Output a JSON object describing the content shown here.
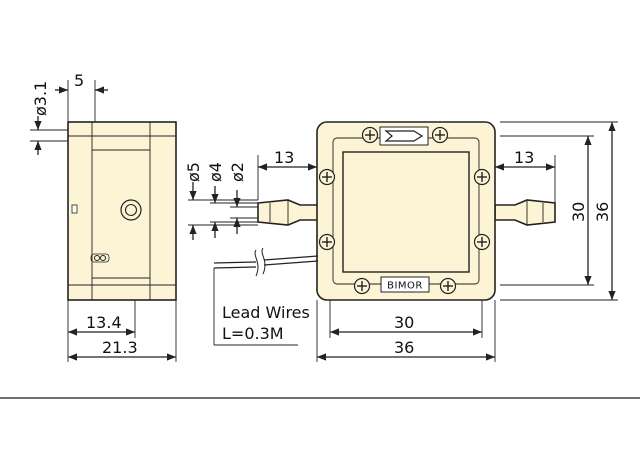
{
  "drawing": {
    "brand_label": "BIMOR",
    "lead_wires_label": "Lead Wires",
    "lead_length_label": "L=0.3M",
    "side_view": {
      "hole_dia_label": "ø3.1",
      "hole_offset_label": "5",
      "depth_label": "13.4",
      "width_label": "21.3"
    },
    "port": {
      "dia_outer_label": "ø5",
      "dia_mid_label": "ø4",
      "dia_inner_label": "ø2",
      "left_length_label": "13",
      "right_length_label": "13"
    },
    "front_view": {
      "inner_width_label": "30",
      "outer_width_label": "36",
      "inner_height_label": "30",
      "outer_height_label": "36"
    }
  },
  "colors": {
    "body_fill": "#fdf4d6",
    "line": "#222222",
    "background": "#ffffff"
  }
}
